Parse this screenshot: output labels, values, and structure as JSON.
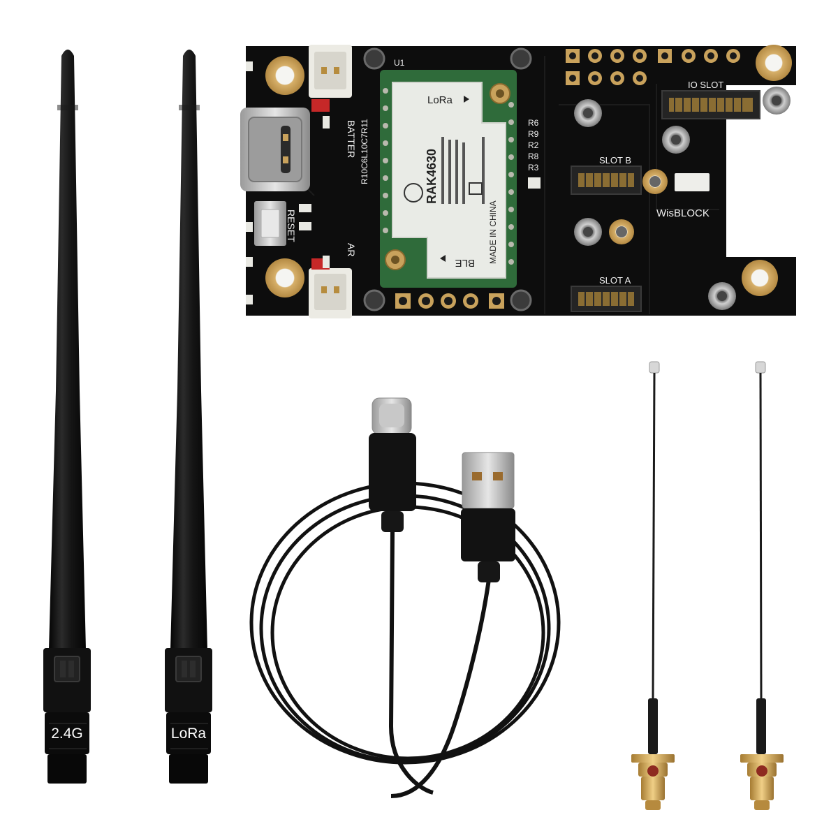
{
  "antennas": {
    "left_label": "2.4G",
    "right_label": "LoRa"
  },
  "board": {
    "module": {
      "name": "RAK4630",
      "lora_label": "LoRa",
      "ble_label": "BLE",
      "made_in": "MADE IN CHINA",
      "u1": "U1"
    },
    "silkscreen": {
      "battery": "BATTER",
      "reset": "RESET",
      "solar": "AR",
      "slot_a": "SLOT A",
      "slot_b": "SLOT B",
      "io_slot": "IO SLOT",
      "wisblock": "WisBLOCK",
      "resistors": "R10C6L10C7R11",
      "r_labels": [
        "R6",
        "R9",
        "R2",
        "R8",
        "R3"
      ]
    }
  },
  "colors": {
    "pcb": "#0d0d0d",
    "gold": "#c8a15a",
    "module_green": "#2f6b3a",
    "module_shield": "#e9ebe6",
    "cable": "#111111"
  }
}
